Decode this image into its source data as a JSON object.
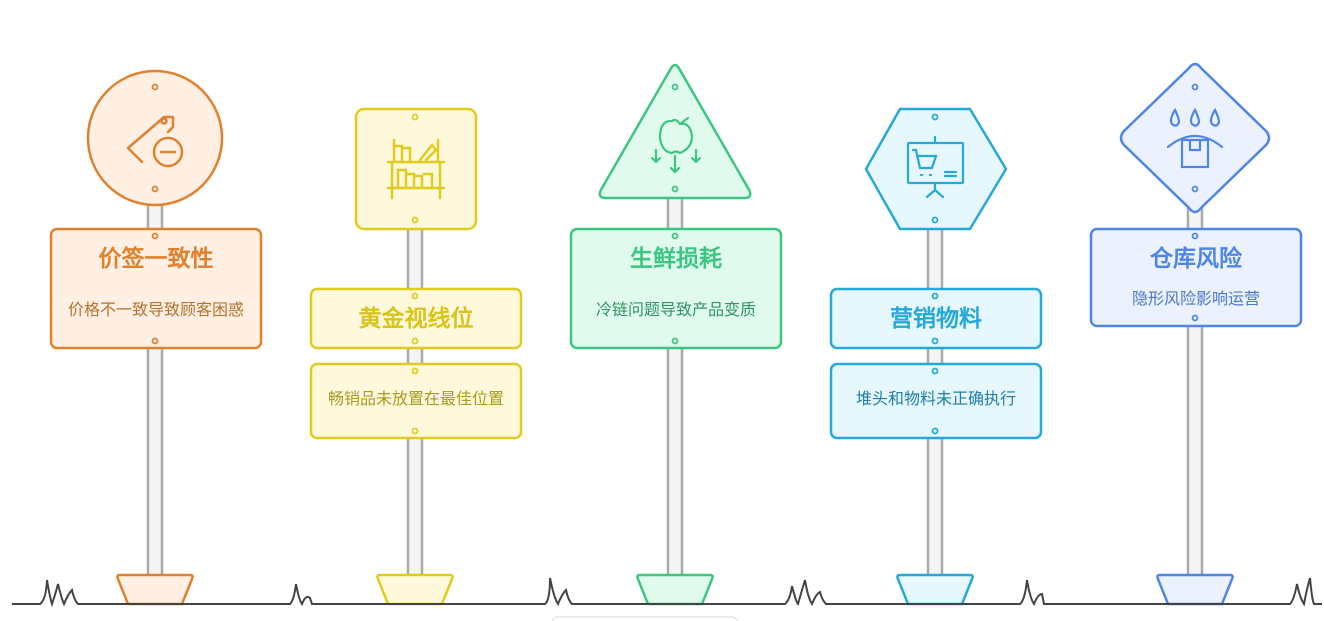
{
  "colors": {
    "orange": "#e0812f",
    "yellow": "#e0cc1f",
    "green": "#3cc682",
    "cyan": "#25a9da",
    "blue": "#4f86e6",
    "ground": "#444444"
  },
  "signs": [
    {
      "icon": "price-tag-minus-icon",
      "title": "价签一致性",
      "desc": "价格不一致导致顾客困惑"
    },
    {
      "icon": "shelf-icon",
      "title": "黄金视线位",
      "desc": "畅销品未放置在最佳位置"
    },
    {
      "icon": "apple-falling-icon",
      "title": "生鲜损耗",
      "desc": "冷链问题导致产品变质"
    },
    {
      "icon": "cart-presentation-icon",
      "title": "营销物料",
      "desc": "堆头和物料未正确执行"
    },
    {
      "icon": "box-rain-icon",
      "title": "仓库风险",
      "desc": "隐形风险影响运营"
    }
  ]
}
